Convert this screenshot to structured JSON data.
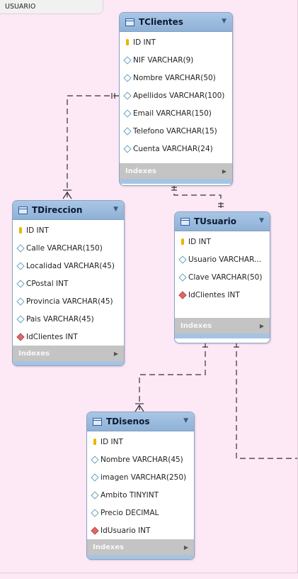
{
  "group": {
    "label": "USUARIO"
  },
  "tables": [
    {
      "name": "TClientes",
      "indexes_label": "Indexes",
      "columns": [
        {
          "icon": "primary-key",
          "text": "ID INT"
        },
        {
          "icon": "column",
          "text": "NIF VARCHAR(9)"
        },
        {
          "icon": "column",
          "text": "Nombre VARCHAR(50)"
        },
        {
          "icon": "column",
          "text": "Apellidos VARCHAR(100)"
        },
        {
          "icon": "column",
          "text": "Email VARCHAR(150)"
        },
        {
          "icon": "column",
          "text": "Telefono VARCHAR(15)"
        },
        {
          "icon": "column",
          "text": "Cuenta VARCHAR(24)"
        }
      ]
    },
    {
      "name": "TDireccion",
      "indexes_label": "Indexes",
      "columns": [
        {
          "icon": "primary-key",
          "text": "ID INT"
        },
        {
          "icon": "column",
          "text": "Calle VARCHAR(150)"
        },
        {
          "icon": "column",
          "text": "Localidad VARCHAR(45)"
        },
        {
          "icon": "column",
          "text": "CPostal INT"
        },
        {
          "icon": "column",
          "text": "Provincia VARCHAR(45)"
        },
        {
          "icon": "column",
          "text": "Pais VARCHAR(45)"
        },
        {
          "icon": "foreign-key",
          "text": "IdClientes INT"
        }
      ]
    },
    {
      "name": "TUsuario",
      "indexes_label": "Indexes",
      "columns": [
        {
          "icon": "primary-key",
          "text": "ID INT"
        },
        {
          "icon": "column",
          "text": "Usuario VARCHAR..."
        },
        {
          "icon": "column",
          "text": "Clave VARCHAR(50)"
        },
        {
          "icon": "foreign-key",
          "text": "IdClientes INT"
        }
      ]
    },
    {
      "name": "TDisenos",
      "indexes_label": "Indexes",
      "columns": [
        {
          "icon": "primary-key",
          "text": "ID INT"
        },
        {
          "icon": "column",
          "text": "Nombre VARCHAR(45)"
        },
        {
          "icon": "column",
          "text": "imagen VARCHAR(250)"
        },
        {
          "icon": "column",
          "text": "Ambito TINYINT"
        },
        {
          "icon": "column",
          "text": "Precio DECIMAL"
        },
        {
          "icon": "foreign-key",
          "text": "IdUsuario INT"
        }
      ]
    }
  ],
  "colors": {
    "canvas": "#fde8f6",
    "header": "#9cbde0",
    "indexes_bar": "#c4c4c4",
    "relationship_line": "#333333"
  }
}
